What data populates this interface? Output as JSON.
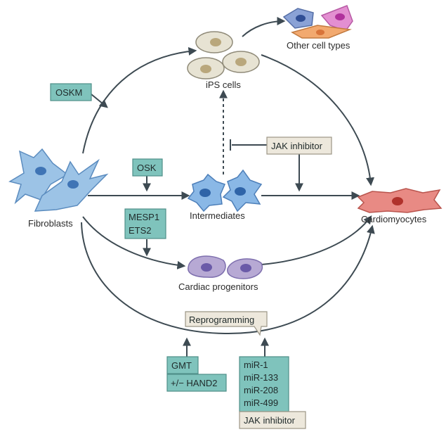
{
  "colors": {
    "arrow": "#3d4a52",
    "teal_box": "#7fc3bc",
    "teal_border": "#4f8f89",
    "beige_box": "#ede8dc",
    "beige_border": "#9c9686",
    "fibroblast": "#9cc3e6",
    "ips": "#e7e3d3",
    "progenitor": "#b7a9d4",
    "cardiomyocyte": "#e88a84"
  },
  "cells": {
    "fibroblasts": "Fibroblasts",
    "ips": "iPS cells",
    "other": "Other cell types",
    "intermediates": "Intermediates",
    "progenitors": "Cardiac progenitors",
    "cardiomyocytes": "Cardiomyocytes"
  },
  "factors": {
    "oskm": "OSKM",
    "osk": "OSK",
    "mesp1": "MESP1",
    "ets2": "ETS2",
    "jak_top": "JAK inhibitor",
    "reprogramming": "Reprogramming",
    "gmt": "GMT",
    "hand2": "+/− HAND2",
    "mirs": [
      "miR-1",
      "miR-133",
      "miR-208",
      "miR-499"
    ],
    "jak_bottom": "JAK inhibitor"
  }
}
